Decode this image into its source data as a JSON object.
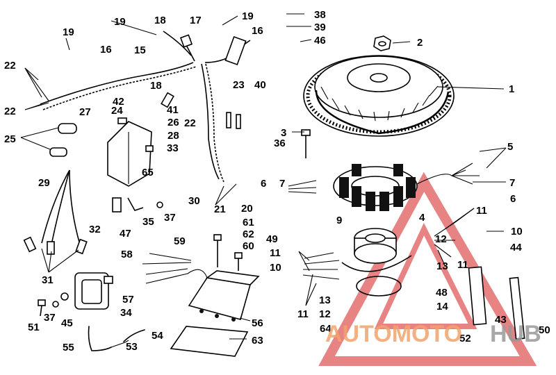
{
  "labels": {
    "l1": "1",
    "l2": "2",
    "l3": "3",
    "l4": "4",
    "l5": "5",
    "l6a": "6",
    "l6b": "6",
    "l7a": "7",
    "l7b": "7",
    "l9": "9",
    "l10a": "10",
    "l10b": "10",
    "l11a": "11",
    "l11b": "11",
    "l11c": "11",
    "l11d": "11",
    "l12a": "12",
    "l12b": "12",
    "l13a": "13",
    "l13b": "13",
    "l14": "14",
    "l15": "15",
    "l16a": "16",
    "l16b": "16",
    "l17": "17",
    "l18a": "18",
    "l18b": "18",
    "l19a": "19",
    "l19b": "19",
    "l19c": "19",
    "l20": "20",
    "l21": "21",
    "l22a": "22",
    "l22b": "22",
    "l22c": "22",
    "l23": "23",
    "l24": "24",
    "l25": "25",
    "l26": "26",
    "l27": "27",
    "l28": "28",
    "l29": "29",
    "l30": "30",
    "l31": "31",
    "l32": "32",
    "l33": "33",
    "l34": "34",
    "l35": "35",
    "l36": "36",
    "l37a": "37",
    "l37b": "37",
    "l38": "38",
    "l39": "39",
    "l40": "40",
    "l41": "41",
    "l42": "42",
    "l43": "43",
    "l44": "44",
    "l45": "45",
    "l46": "46",
    "l47": "47",
    "l48": "48",
    "l49": "49",
    "l50": "50",
    "l51": "51",
    "l52": "52",
    "l53": "53",
    "l54": "54",
    "l55": "55",
    "l56": "56",
    "l57": "57",
    "l58": "58",
    "l59": "59",
    "l60": "60",
    "l61": "61",
    "l62": "62",
    "l63": "63",
    "l64": "64",
    "l65": "65"
  },
  "watermark": {
    "text_orange": "AUTOMOTO",
    "text_gray": "HUB",
    "colors": {
      "orange": "#f2a36b",
      "gray": "#9a9a9a",
      "triangle": "#e05a5a"
    }
  }
}
